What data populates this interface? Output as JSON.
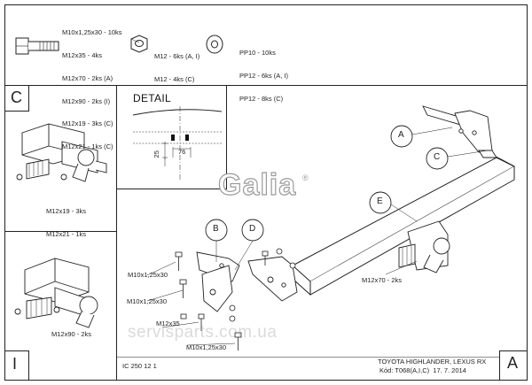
{
  "hardware": {
    "bolts": [
      "M10x1,25x30 - 10ks",
      "M12x35 - 4ks",
      "M12x70 - 2ks (A)",
      "M12x90 - 2ks (I)",
      "M12x19 - 3ks (C)",
      "M12x21 - 1ks (C)"
    ],
    "nuts": [
      "M12 - 6ks (A, I)",
      "M12 - 4ks (C)"
    ],
    "washers": [
      "PP10 - 10ks",
      "PP12 - 6ks (A, I)",
      "PP12 - 8ks (C)"
    ]
  },
  "panels": {
    "c_letter": "C",
    "c_labels": [
      "M12x19 - 3ks",
      "M12x21 - 1ks"
    ],
    "i_letter": "I",
    "i_label": "M12x90 - 2ks"
  },
  "detail": {
    "title": "DETAIL",
    "dim_vertical": "25",
    "dim_horizontal": "76"
  },
  "logo": "Galia",
  "callouts": {
    "a": "A",
    "b": "B",
    "c": "C",
    "d": "D",
    "e": "E"
  },
  "main_labels": {
    "bolt_1": "M10x1,25x30",
    "bolt_2": "M10x1,25x30",
    "bolt_3": "M12x35",
    "bolt_4": "M10x1,25x30",
    "ball_bolts": "M12x70 - 2ks"
  },
  "footer": {
    "left_code": "IC 250 12 1",
    "vehicle": "TOYOTA HIGHLANDER, LEXUS RX",
    "code_line": "Kód: T068(A,I,C)  17. 7. 2014",
    "corner_letter": "A"
  },
  "watermark": "servisparts.com.ua"
}
